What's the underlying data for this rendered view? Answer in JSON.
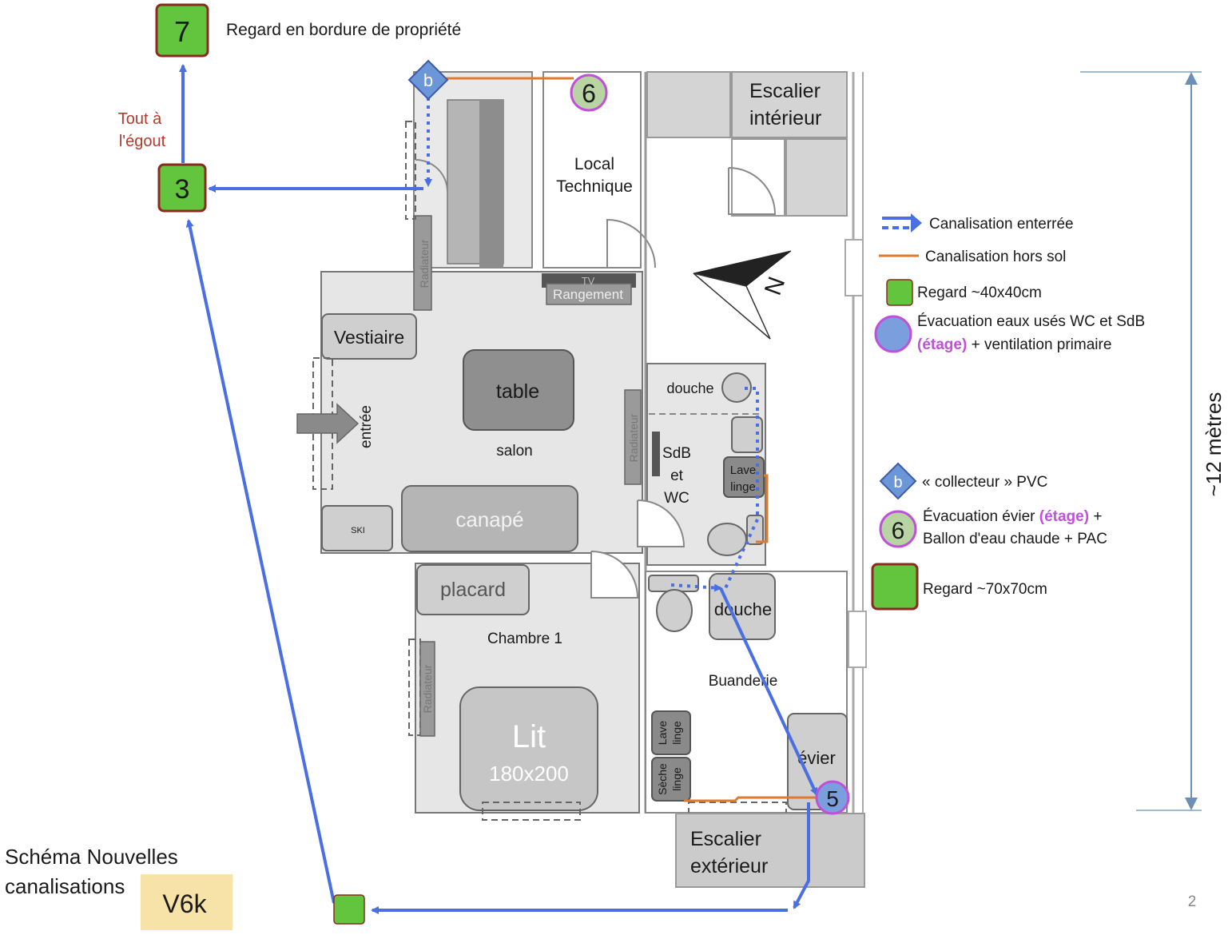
{
  "manholes": {
    "m7": {
      "label": "7",
      "caption": "Regard en bordure de propriété"
    },
    "m3": {
      "label": "3"
    },
    "sewer_note_line1": "Tout à",
    "sewer_note_line2": "l'égout"
  },
  "nodes": {
    "collector": "b",
    "node6": "6",
    "node5": "5"
  },
  "rooms": {
    "local_line1": "Local",
    "local_line2": "Technique",
    "stairs_in_line1": "Escalier",
    "stairs_in_line2": "intérieur",
    "tv": "TV",
    "rangement": "Rangement",
    "vestiaire": "Vestiaire",
    "table": "table",
    "salon": "salon",
    "entree": "entrée",
    "canape": "canapé",
    "ski": "SKI",
    "radiateur": "Radiateur",
    "douche1": "douche",
    "sdb_line1": "SdB",
    "sdb_line2": "et",
    "sdb_line3": "WC",
    "lave_line1": "Lave",
    "lave_line2": "linge",
    "placard": "placard",
    "chambre": "Chambre 1",
    "lit": "Lit",
    "lit_size": "180x200",
    "douche2": "douche",
    "buanderie": "Buanderie",
    "lave2_line1": "Lave",
    "lave2_line2": "linge",
    "seche_line1": "Sèche",
    "seche_line2": "linge",
    "evier": "évier",
    "stairs_out_line1": "Escalier",
    "stairs_out_line2": "extérieur",
    "north": "N"
  },
  "legend": {
    "buried": "Canalisation enterrée",
    "above": "Canalisation hors sol",
    "small_manhole": "Regard ~40x40cm",
    "evac_wc_line1": "Évacuation eaux usés WC et SdB",
    "evac_wc_line2_colored": "(étage)",
    "evac_wc_line2_rest": " + ventilation primaire",
    "collector_sym": "b",
    "collector": "« collecteur » PVC",
    "evier_sym": "6",
    "evier_line1_a": "Évacuation évier ",
    "evier_line1_colored": "(étage)",
    "evier_line1_b": " +",
    "evier_line2": "Ballon d'eau chaude + PAC",
    "big_manhole": "Regard ~70x70cm"
  },
  "dimension": "~12 mètres",
  "title_line1": "Schéma Nouvelles",
  "title_line2": "canalisations",
  "version": "V6k",
  "page_number": "2",
  "colors": {
    "pipe_blue": "#4a6fe3",
    "pipe_orange": "#e07a2e",
    "manhole_green": "#62c53d",
    "manhole_border": "#8b2a1e",
    "evac_circle": "#7b9fdc",
    "evac_border": "#c04fd9",
    "node6_fill": "#b8d4a3",
    "accent_purple": "#c04fd9",
    "note_red": "#b33a2a",
    "version_bg": "#f7e2a8"
  }
}
